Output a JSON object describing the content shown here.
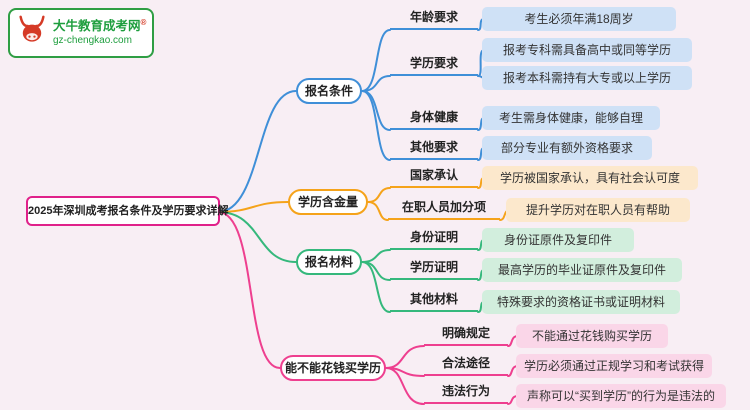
{
  "logo": {
    "brand": "大牛教育成考网",
    "reg": "®",
    "domain": "gz-chengkao.com"
  },
  "title": "2025年深圳成考报名条件及学历要求详解",
  "colors": {
    "background": "#f8eef4",
    "root_border": "#e0218a",
    "branch_blue": "#3f8fd8",
    "branch_orange": "#f5a31a",
    "branch_green": "#35b87c",
    "branch_pink": "#ee3f8f",
    "logo_green": "#1e9e3e"
  },
  "branches": [
    {
      "label": "报名条件",
      "color": "#3f8fd8",
      "children": [
        {
          "label": "年龄要求",
          "leaves": [
            "考生必须年满18周岁"
          ]
        },
        {
          "label": "学历要求",
          "leaves": [
            "报考专科需具备高中或同等学历",
            "报考本科需持有大专或以上学历"
          ]
        },
        {
          "label": "身体健康",
          "leaves": [
            "考生需身体健康，能够自理"
          ]
        },
        {
          "label": "其他要求",
          "leaves": [
            "部分专业有额外资格要求"
          ]
        }
      ]
    },
    {
      "label": "学历含金量",
      "color": "#f5a31a",
      "children": [
        {
          "label": "国家承认",
          "leaves": [
            "学历被国家承认，具有社会认可度"
          ]
        },
        {
          "label": "在职人员加分项",
          "leaves": [
            "提升学历对在职人员有帮助"
          ]
        }
      ]
    },
    {
      "label": "报名材料",
      "color": "#35b87c",
      "children": [
        {
          "label": "身份证明",
          "leaves": [
            "身份证原件及复印件"
          ]
        },
        {
          "label": "学历证明",
          "leaves": [
            "最高学历的毕业证原件及复印件"
          ]
        },
        {
          "label": "其他材料",
          "leaves": [
            "特殊要求的资格证书或证明材料"
          ]
        }
      ]
    },
    {
      "label": "能不能花钱买学历",
      "color": "#ee3f8f",
      "children": [
        {
          "label": "明确规定",
          "leaves": [
            "不能通过花钱购买学历"
          ]
        },
        {
          "label": "合法途径",
          "leaves": [
            "学历必须通过正规学习和考试获得"
          ]
        },
        {
          "label": "违法行为",
          "leaves": [
            "声称可以“买到学历”的行为是违法的"
          ]
        }
      ]
    }
  ]
}
